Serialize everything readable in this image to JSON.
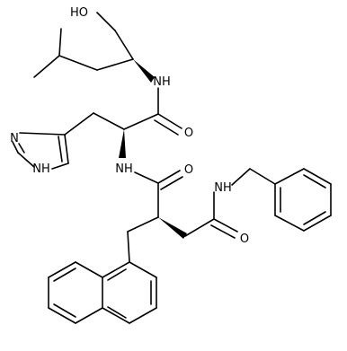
{
  "molecule": {
    "atom_labels": {
      "hydroxyl": "HO",
      "amide_nh_leucinol": "NH",
      "carbonyl_o_his": "O",
      "imidazole_n": "N",
      "imidazole_nh": "NH",
      "amide_nh_his": "NH",
      "carbonyl_o_succ1": "O",
      "amide_nh_benzyl": "NH",
      "carbonyl_o_succ2": "O"
    }
  }
}
